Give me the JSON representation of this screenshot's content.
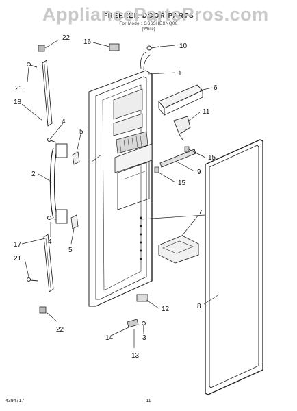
{
  "header": {
    "watermark": "AppliancePartsPros.com",
    "title": "FREEZER DOOR PARTS",
    "subtitle": "For Model: GS6SHEXNQ00",
    "variant": "(White)"
  },
  "callouts": [
    "22",
    "16",
    "10",
    "1",
    "21",
    "6",
    "18",
    "11",
    "4",
    "5",
    "15",
    "2",
    "9",
    "15",
    "7",
    "17",
    "4",
    "21",
    "5",
    "8",
    "12",
    "22",
    "14",
    "3",
    "13"
  ],
  "footer": {
    "part_number": "4394717",
    "page_number": "11"
  }
}
